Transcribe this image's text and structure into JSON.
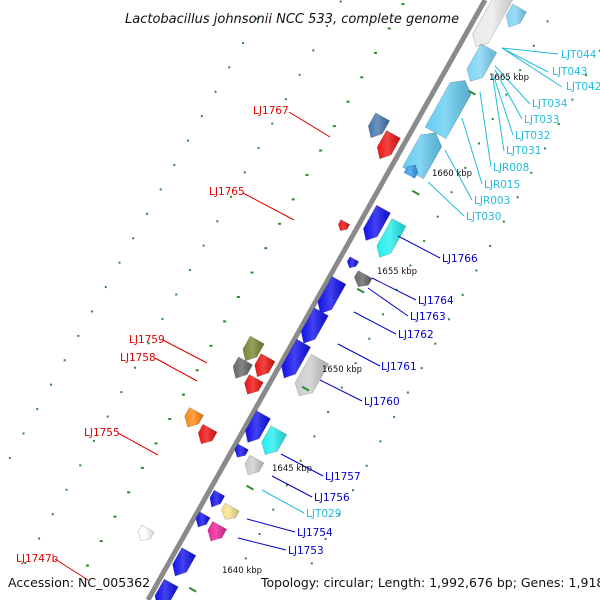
{
  "title": "Lactobacillus johnsonii NCC 533, complete genome",
  "accession": "Accession: NC_005362",
  "summary": "Topology: circular; Length: 1,992,676 bp; Genes: 1,918",
  "colors": {
    "backbone": "#8a8a8a",
    "tick_dot": "#2e8b2e",
    "label_red": "#dd0000",
    "label_blue": "#0000cc",
    "label_cyan": "#22bbdd"
  },
  "scale_ticks": [
    {
      "label": "1665 kbp"
    },
    {
      "label": "1660 kbp"
    },
    {
      "label": "1655 kbp"
    },
    {
      "label": "1650 kbp"
    },
    {
      "label": "1645 kbp"
    },
    {
      "label": "1640 kbp"
    }
  ],
  "genes_left": [
    {
      "label": "LJ1767",
      "color": "#dd0000"
    },
    {
      "label": "LJ1765",
      "color": "#dd0000"
    },
    {
      "label": "LJ1759",
      "color": "#dd0000"
    },
    {
      "label": "LJ1758",
      "color": "#dd0000"
    },
    {
      "label": "LJ1755",
      "color": "#dd0000"
    },
    {
      "label": "LJ1747b",
      "color": "#dd0000"
    }
  ],
  "genes_right": [
    {
      "label": "LJT044",
      "color": "#22bbdd"
    },
    {
      "label": "LJT043",
      "color": "#22bbdd"
    },
    {
      "label": "LJT042",
      "color": "#22bbdd"
    },
    {
      "label": "LJT034",
      "color": "#22bbdd"
    },
    {
      "label": "LJT033",
      "color": "#22bbdd"
    },
    {
      "label": "LJT032",
      "color": "#22bbdd"
    },
    {
      "label": "LJT031",
      "color": "#22bbdd"
    },
    {
      "label": "LJR008",
      "color": "#22bbdd"
    },
    {
      "label": "LJR015",
      "color": "#22bbdd"
    },
    {
      "label": "LJR003",
      "color": "#22bbdd"
    },
    {
      "label": "LJT030",
      "color": "#22bbdd"
    },
    {
      "label": "LJ1766",
      "color": "#0000cc"
    },
    {
      "label": "LJ1764",
      "color": "#0000cc"
    },
    {
      "label": "LJ1763",
      "color": "#0000cc"
    },
    {
      "label": "LJ1762",
      "color": "#0000cc"
    },
    {
      "label": "LJ1761",
      "color": "#0000cc"
    },
    {
      "label": "LJ1760",
      "color": "#0000cc"
    },
    {
      "label": "LJ1757",
      "color": "#0000cc"
    },
    {
      "label": "LJ1756",
      "color": "#0000cc"
    },
    {
      "label": "LJT029",
      "color": "#22bbdd"
    },
    {
      "label": "LJ1754",
      "color": "#0000cc"
    },
    {
      "label": "LJ1753",
      "color": "#0000cc"
    }
  ]
}
